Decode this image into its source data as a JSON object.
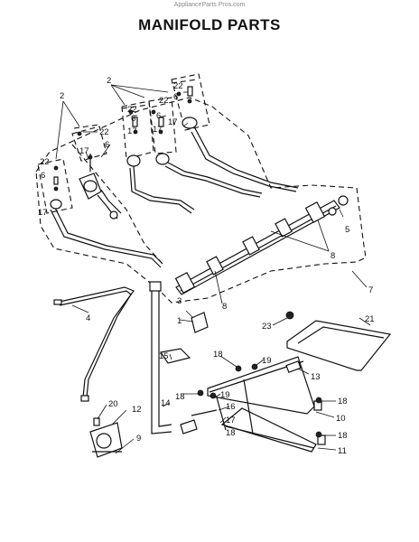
{
  "watermark": "ApplianceParts Pros.com",
  "title": "MANIFOLD PARTS",
  "callouts": {
    "c1": "1",
    "c2a": "2",
    "c2b": "2",
    "c3": "3",
    "c4": "4",
    "c5": "5",
    "c6a": "6",
    "c6b": "6",
    "c6c": "6",
    "c6d": "6",
    "c6e": "6",
    "c7": "7",
    "c8a": "8",
    "c8b": "8",
    "c9": "9",
    "c10": "10",
    "c11": "11",
    "c12": "12",
    "c13": "13",
    "c14": "14",
    "c15": "15",
    "c16": "16",
    "c17a": "17",
    "c17b": "17",
    "c17c": "17",
    "c17d": "17",
    "c17e": "17",
    "c18a": "18",
    "c18b": "18",
    "c18c": "18",
    "c18d": "18",
    "c18e": "18",
    "c19a": "19",
    "c19b": "19",
    "c20": "20",
    "c21": "21",
    "c22a": "22",
    "c22b": "22",
    "c22c": "22",
    "c22d": "22",
    "c22e": "22",
    "c23": "23"
  }
}
